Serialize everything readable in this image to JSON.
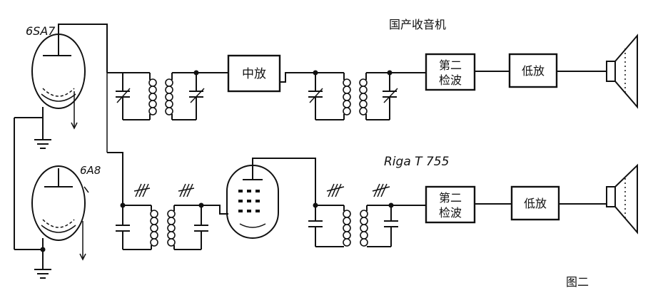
{
  "tube_labels": {
    "top": "6SA7",
    "bottom": "6A8"
  },
  "header_caption": "国产收音机",
  "foreign_caption": "Riga T 755",
  "blocks": {
    "if_amp": "中放",
    "second_detector_line1": "第二",
    "second_detector_line2": "检波",
    "audio_amp": "低放"
  },
  "figure_label": "图二"
}
